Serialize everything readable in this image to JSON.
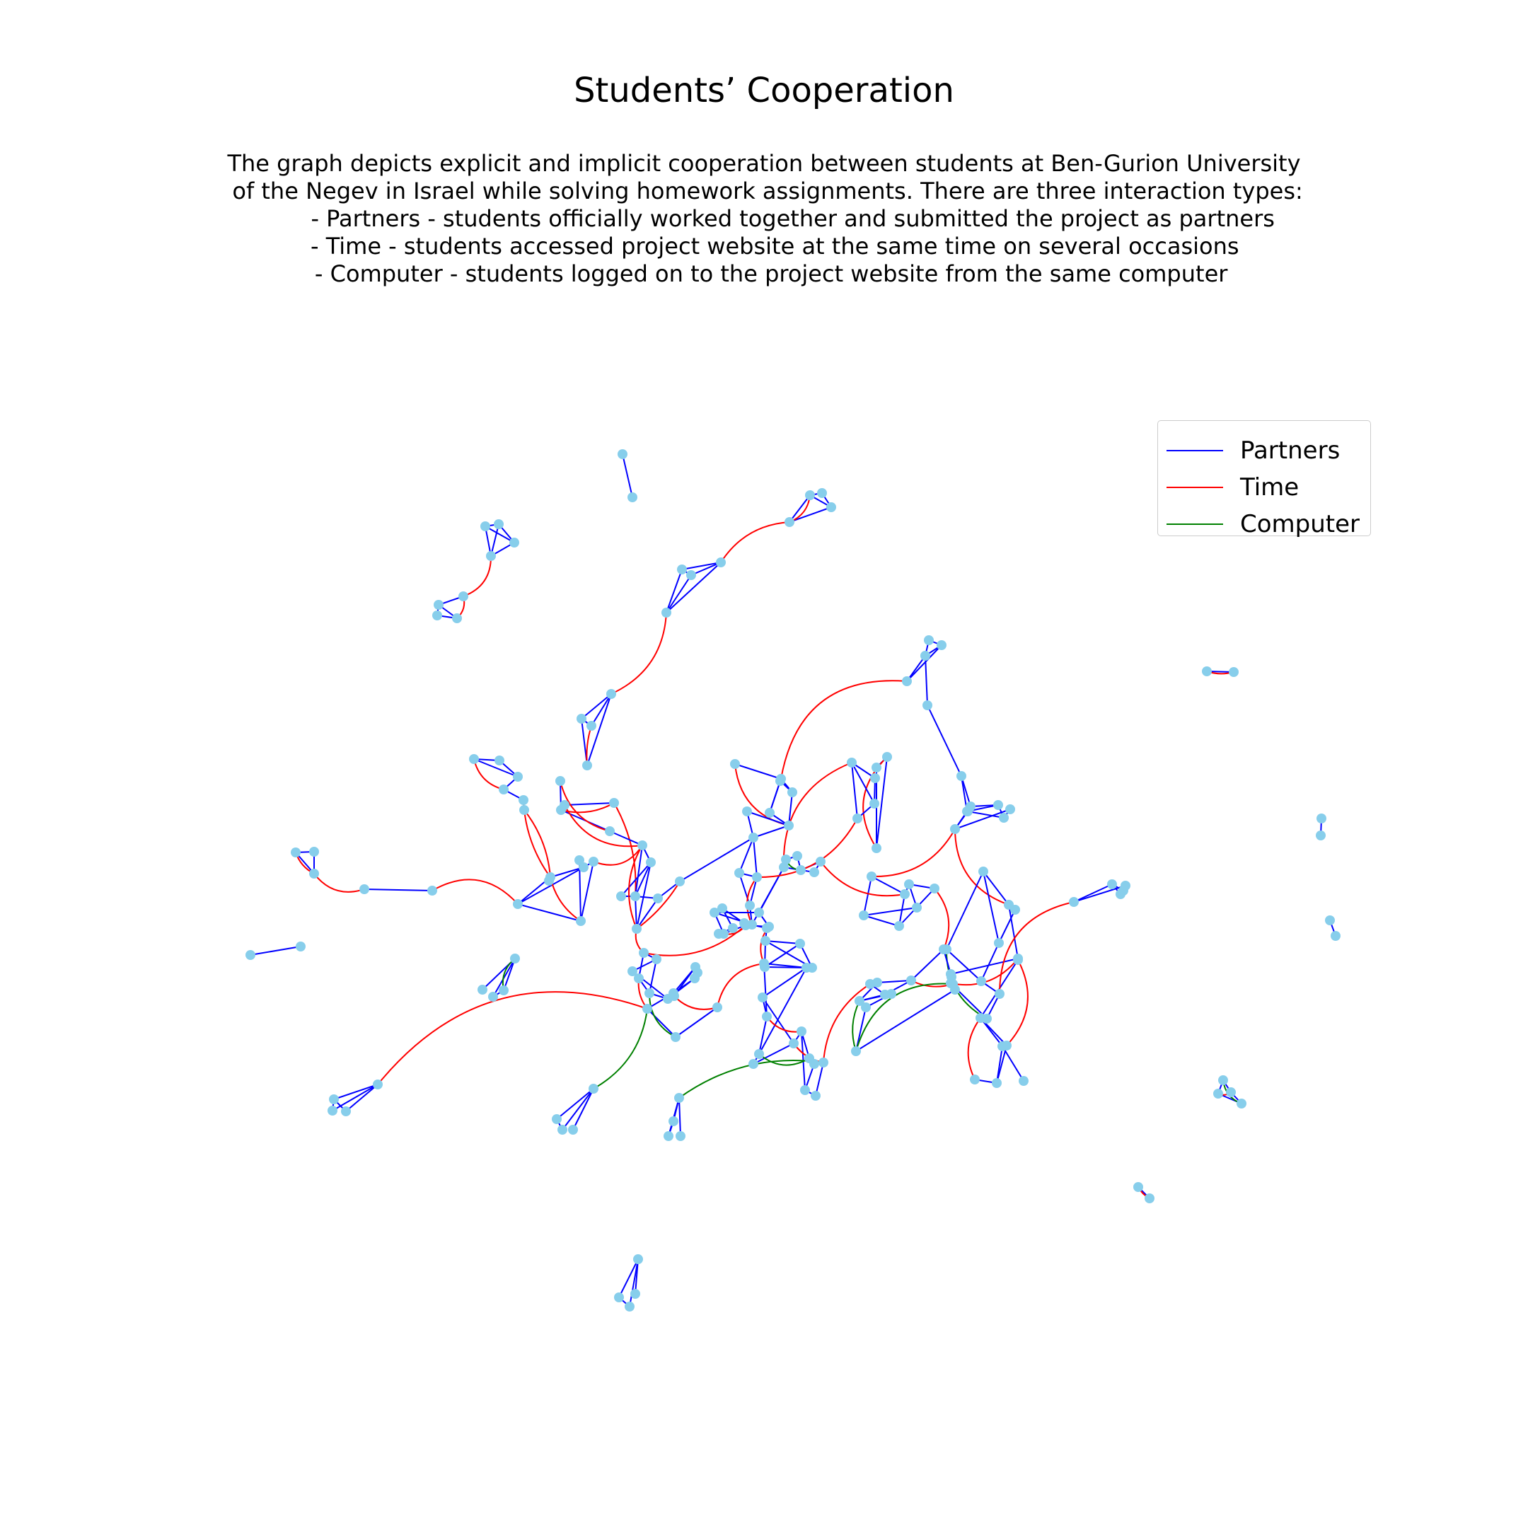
{
  "title": "Students’ Cooperation",
  "description_lines": [
    "The graph depicts explicit and implicit cooperation between students at Ben-Gurion University",
    " of the Negev in Israel while solving homework assignments. There are three interaction types:",
    "        - Partners - students officially worked together and submitted the project as partners",
    "   - Time - students accessed project website at the same time on several occasions",
    "  - Computer - students logged on to the project website from the same computer"
  ],
  "legend": {
    "items": [
      {
        "label": "Partners",
        "color": "#0000ff"
      },
      {
        "label": "Time",
        "color": "#ff0000"
      },
      {
        "label": "Computer",
        "color": "#008000"
      }
    ]
  },
  "node_color": "#87ceeb"
}
